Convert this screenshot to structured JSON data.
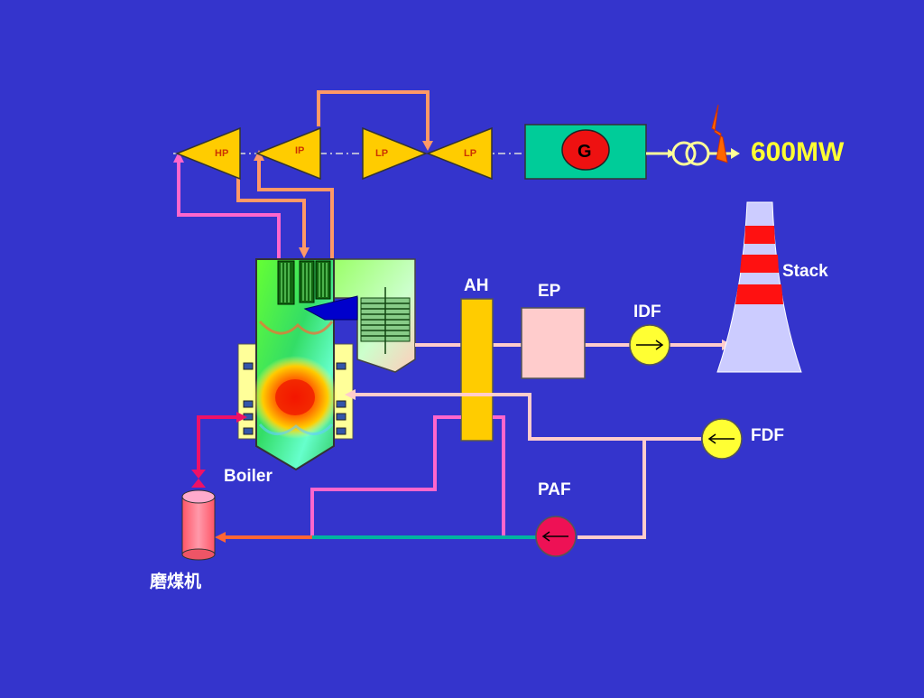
{
  "colors": {
    "background": "#3434cc",
    "turbine": "#ffcc00",
    "generator": "#00cc99",
    "generator_core": "#ee1111",
    "steam_line": "#ff9966",
    "hot_air_line": "#ff66cc",
    "flue_line": "#ffcccc",
    "coal_line": "#ff6633",
    "primary_air_line": "#00b3a0",
    "power_text": "#ffff33",
    "label_text": "#ffffff"
  },
  "turbines": [
    {
      "label": "HP"
    },
    {
      "label": "IP"
    },
    {
      "label": "LP"
    },
    {
      "label": "LP"
    }
  ],
  "generator": {
    "label": "G"
  },
  "output": {
    "label": "600MW"
  },
  "equipment": {
    "boiler": "Boiler",
    "air_heater": "AH",
    "precipitator": "EP",
    "id_fan": "IDF",
    "fd_fan": "FDF",
    "pa_fan": "PAF",
    "stack": "Stack",
    "mill": "磨煤机"
  }
}
